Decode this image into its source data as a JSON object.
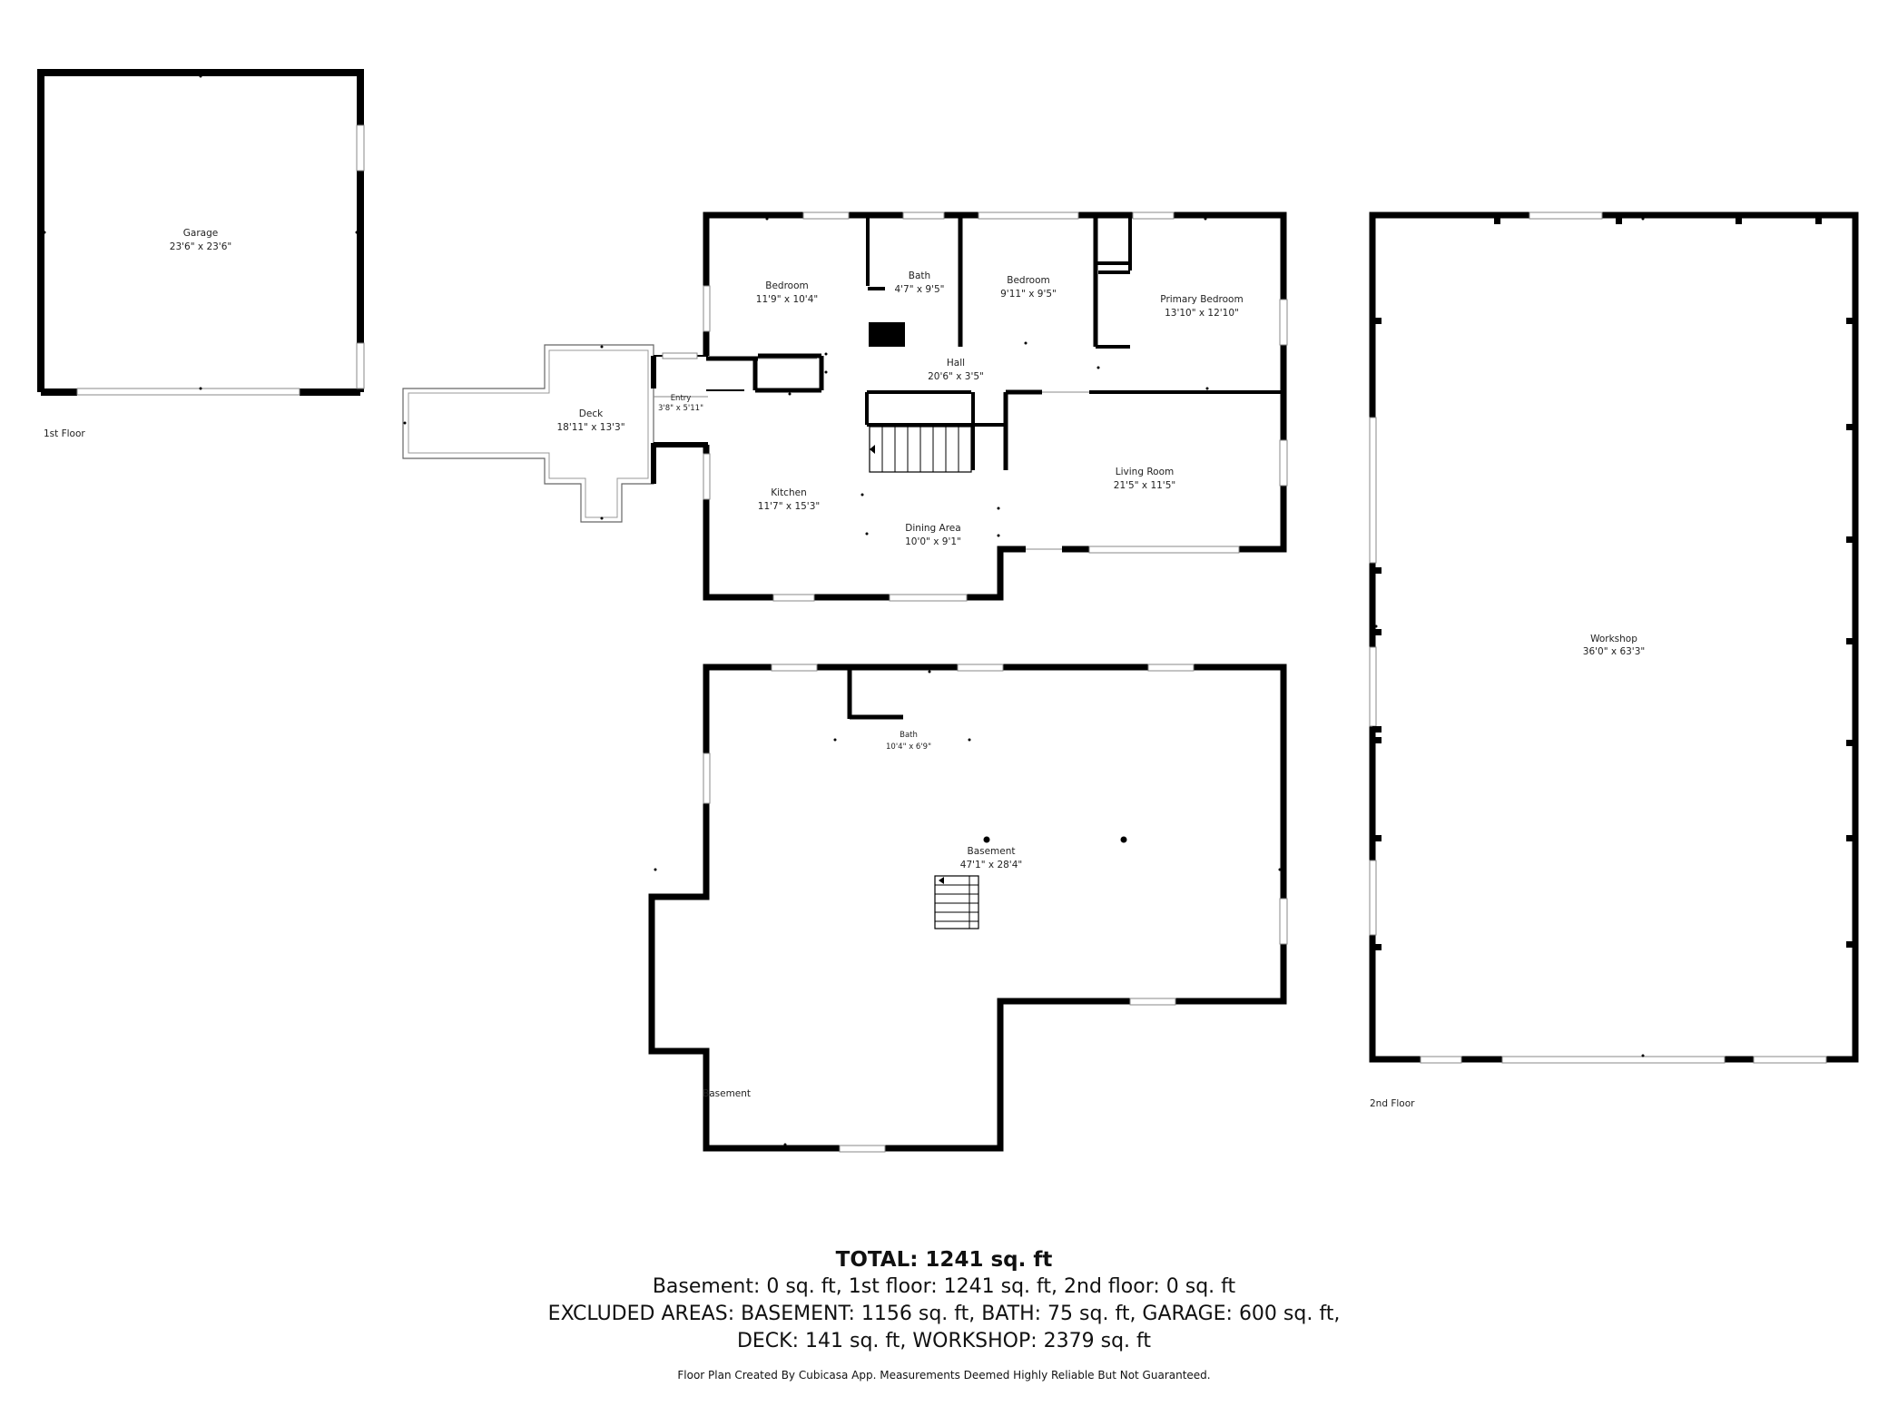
{
  "rooms": {
    "garage": {
      "name": "Garage",
      "dims": "23'6\" x 23'6\""
    },
    "deck": {
      "name": "Deck",
      "dims": "18'11\" x 13'3\""
    },
    "entry": {
      "name": "Entry",
      "dims": "3'8\" x 5'11\""
    },
    "bedroom1": {
      "name": "Bedroom",
      "dims": "11'9\" x 10'4\""
    },
    "bath1": {
      "name": "Bath",
      "dims": "4'7\" x 9'5\""
    },
    "bedroom2": {
      "name": "Bedroom",
      "dims": "9'11\" x 9'5\""
    },
    "primary": {
      "name": "Primary Bedroom",
      "dims": "13'10\" x 12'10\""
    },
    "hall": {
      "name": "Hall",
      "dims": "20'6\" x 3'5\""
    },
    "kitchen": {
      "name": "Kitchen",
      "dims": "11'7\" x 15'3\""
    },
    "dining": {
      "name": "Dining Area",
      "dims": "10'0\" x 9'1\""
    },
    "living": {
      "name": "Living Room",
      "dims": "21'5\" x 11'5\""
    },
    "bath2": {
      "name": "Bath",
      "dims": "10'4\" x 6'9\""
    },
    "basement": {
      "name": "Basement",
      "dims": "47'1\" x 28'4\""
    },
    "workshop": {
      "name": "Workshop",
      "dims": "36'0\" x 63'3\""
    }
  },
  "floors": {
    "first": "1st Floor",
    "basement": "Basement",
    "second": "2nd Floor"
  },
  "summary": {
    "total": "TOTAL: 1241 sq. ft",
    "line1": "Basement: 0 sq. ft, 1st floor: 1241 sq. ft, 2nd floor: 0 sq. ft",
    "line2": "EXCLUDED AREAS: BASEMENT: 1156 sq. ft, BATH: 75 sq. ft, GARAGE: 600 sq. ft,",
    "line3": "DECK: 141 sq. ft, WORKSHOP: 2379 sq. ft",
    "disclaimer": "Floor Plan Created By Cubicasa App. Measurements Deemed Highly Reliable But Not Guaranteed."
  }
}
